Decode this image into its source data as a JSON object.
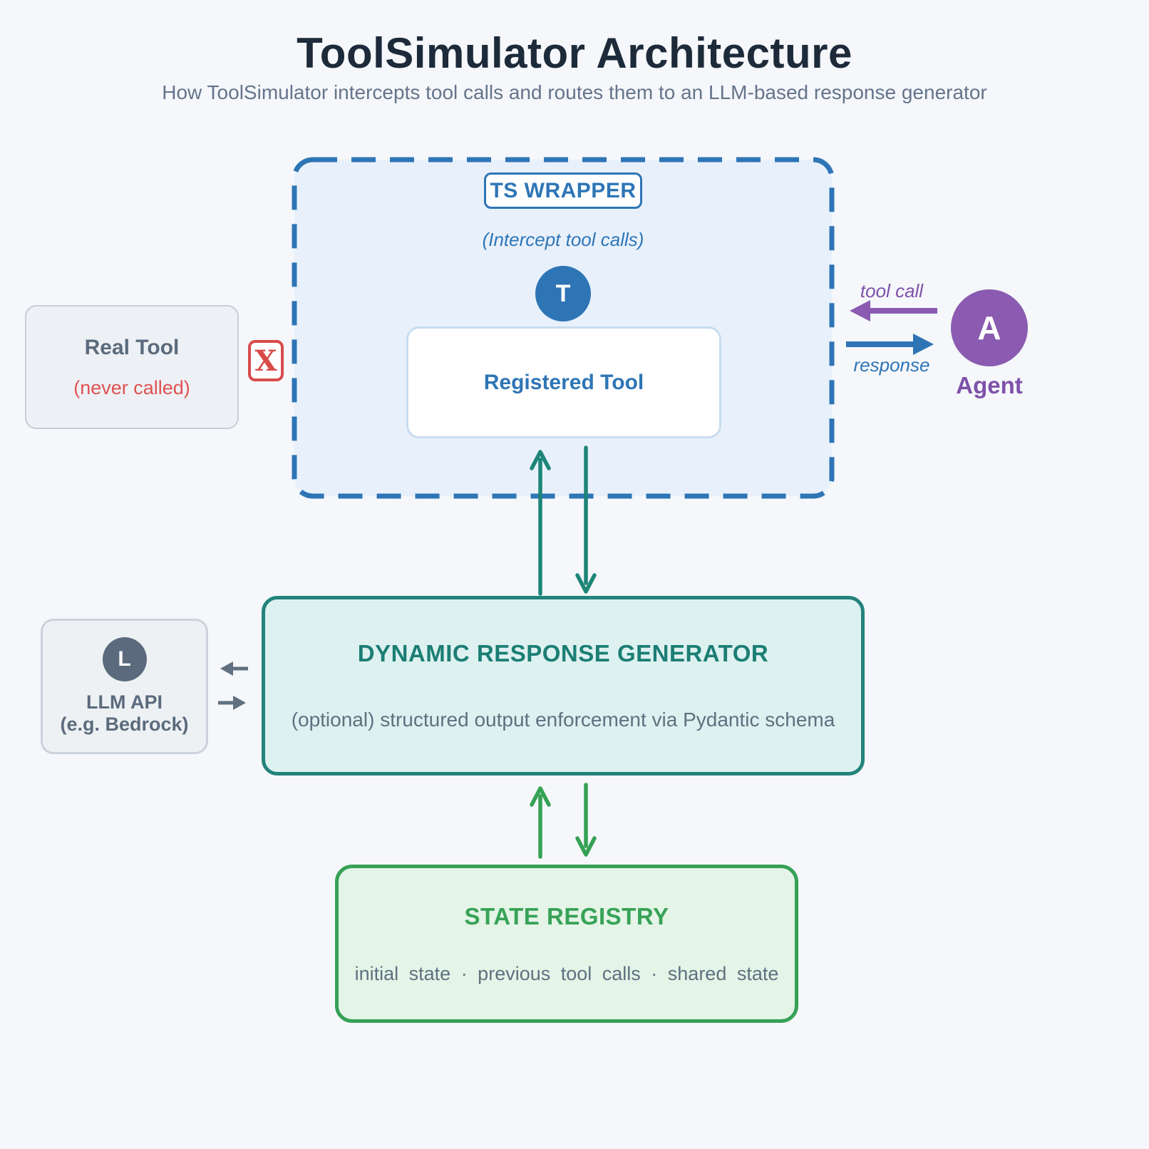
{
  "palette": {
    "page_bg": "#f5f7fa",
    "title_text": "#1d2a3a",
    "muted_text": "#64748b",
    "slate": "#5b6b7d",
    "blue": "#2e75b6",
    "wrapper_bg": "#e8f1fb",
    "teal_border": "#23837c",
    "teal_bg": "#def1f1",
    "teal_arrow": "#1e8577",
    "green": "#35a155",
    "green_bg": "#e4f4e7",
    "red": "#d94b4b",
    "purple": "#8a5bb0",
    "gray_box_bg": "#eef1f4"
  },
  "header": {
    "title": "ToolSimulator Architecture",
    "subtitle": "How ToolSimulator intercepts tool calls and routes them to an LLM-based response generator"
  },
  "wrapper": {
    "badge": "TS WRAPPER",
    "caption": "(Intercept tool calls)",
    "tool_icon_letter": "T",
    "registered_tool_label": "Registered Tool"
  },
  "real_tool": {
    "title": "Real Tool",
    "note": "(never called)",
    "blocked_icon_letter": "X"
  },
  "agent": {
    "icon_letter": "A",
    "label": "Agent",
    "tool_call_label": "tool call",
    "response_label": "response"
  },
  "generator": {
    "title": "DYNAMIC RESPONSE GENERATOR",
    "subtitle": "(optional) structured output enforcement via Pydantic schema"
  },
  "llm": {
    "icon_letter": "L",
    "name": "LLM API",
    "example": "(e.g. Bedrock)"
  },
  "registry": {
    "title": "STATE REGISTRY",
    "items": [
      "initial state",
      "previous tool calls",
      "shared state"
    ]
  }
}
